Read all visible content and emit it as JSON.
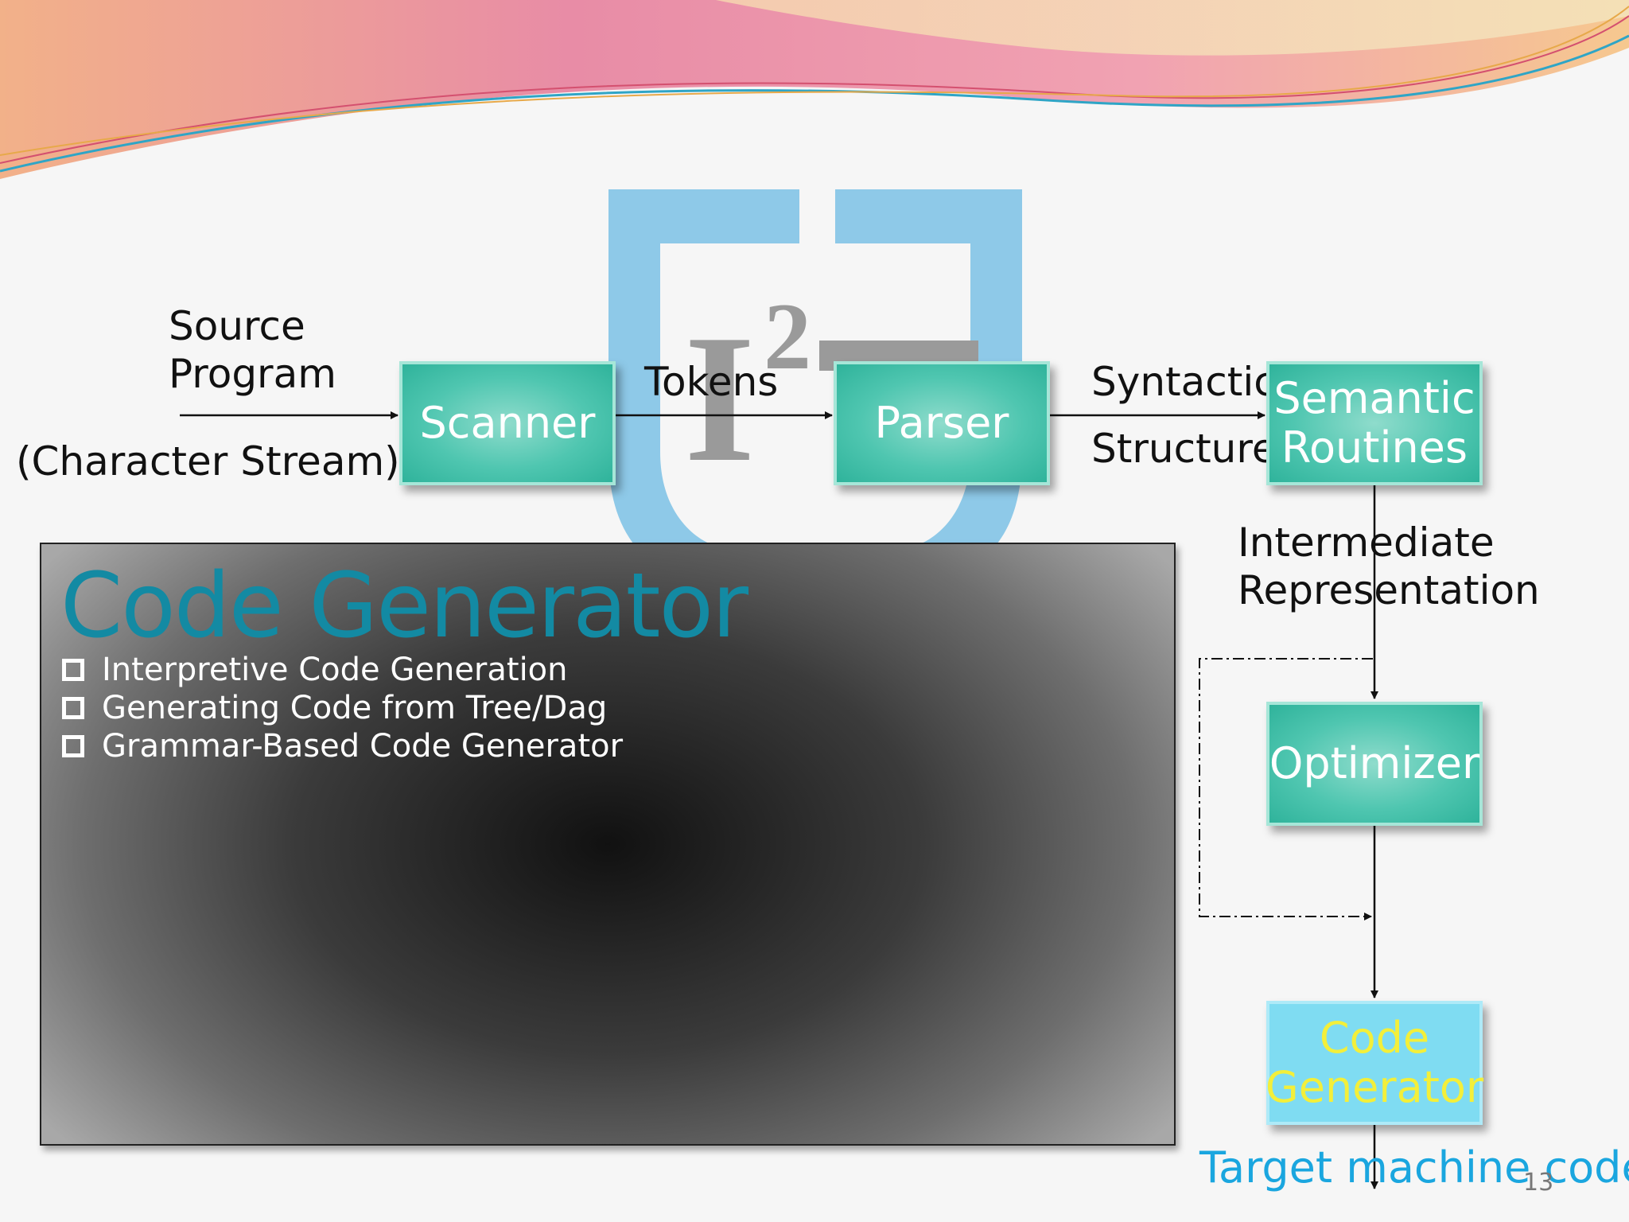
{
  "diagram": {
    "source_label_line1": "Source",
    "source_label_line2": "Program",
    "character_stream": "(Character Stream)",
    "scanner": "Scanner",
    "tokens": "Tokens",
    "parser": "Parser",
    "syntactic_line1": "Syntactic",
    "syntactic_line2": "Structure",
    "semantic_line1": "Semantic",
    "semantic_line2": "Routines",
    "ir_line1": "Intermediate",
    "ir_line2": "Representation",
    "optimizer": "Optimizer",
    "codegen_line1": "Code",
    "codegen_line2": "Generator",
    "target": "Target machine code"
  },
  "panel": {
    "title": "Code Generator",
    "items": [
      "Interpretive Code Generation",
      "Generating Code from Tree/Dag",
      "Grammar-Based Code Generator"
    ]
  },
  "watermark": {
    "text": "I",
    "superscript": "2",
    "color": "#8ec9e8"
  },
  "page_number": "13",
  "colors": {
    "box_fill": "#4fc6b0",
    "codegen_fill": "#7fdcf2",
    "codegen_text": "#f3ef3a",
    "panel_title": "#138aa3",
    "target_text": "#1aa6df"
  }
}
